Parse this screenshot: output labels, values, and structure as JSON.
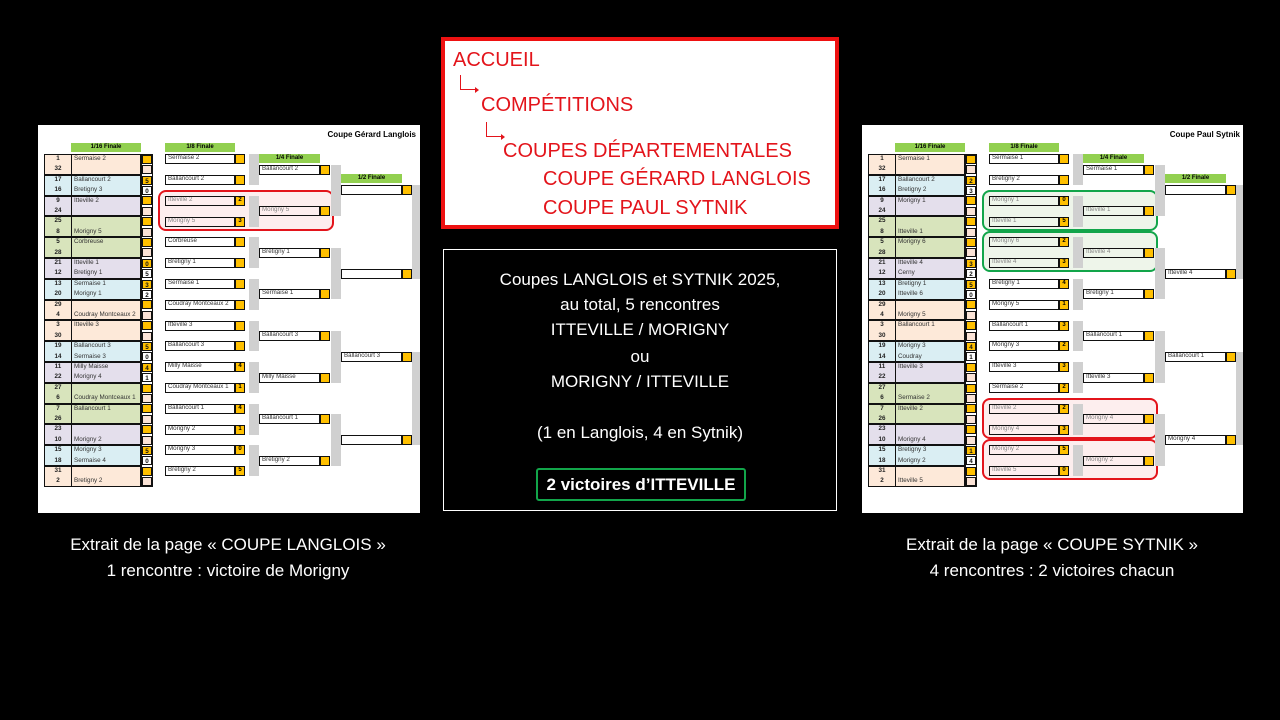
{
  "navigation": {
    "items": [
      "ACCUEIL",
      "COMPÉTITIONS",
      "COUPES DÉPARTEMENTALES",
      "COUPE GÉRARD LANGLOIS",
      "COUPE PAUL SYTNIK"
    ],
    "color": "#e3141b"
  },
  "summary": {
    "lines": [
      "Coupes LANGLOIS et SYTNIK 2025,",
      "au total, 5 rencontres",
      "ITTEVILLE / MORIGNY",
      "ou",
      "MORIGNY / ITTEVILLE",
      "(1 en Langlois, 4 en Sytnik)"
    ],
    "badge": "2 victoires d’ITTEVILLE"
  },
  "captions": {
    "left": [
      "Extrait de la page « COUPE LANGLOIS »",
      "1 rencontre :  victoire de Morigny"
    ],
    "right": [
      "Extrait de la page « COUPE SYTNIK »",
      "4 rencontres : 2 victoires chacun"
    ]
  },
  "colors": {
    "peach": "#fde9d9",
    "blue": "#daeef3",
    "lavender": "#e4dfec",
    "green": "#d8e4bc",
    "score": "#ffc000",
    "header": "#92d050"
  },
  "brackets": [
    {
      "title": "Coupe Gérard Langlois",
      "headers": [
        "1/16 Finale",
        "1/8 Finale",
        "1/4 Finale",
        "1/2 Finale"
      ],
      "r32": [
        {
          "color": "peach",
          "rows": [
            [
              "1",
              "Sermaise 2",
              ""
            ],
            [
              "32",
              "",
              ""
            ]
          ]
        },
        {
          "color": "blue",
          "rows": [
            [
              "17",
              "Ballancourt 2",
              "5"
            ],
            [
              "16",
              "Bretigny 3",
              "0"
            ]
          ]
        },
        {
          "color": "lavender",
          "rows": [
            [
              "9",
              "Itteville  2",
              ""
            ],
            [
              "24",
              "",
              ""
            ]
          ]
        },
        {
          "color": "green",
          "rows": [
            [
              "25",
              "",
              ""
            ],
            [
              "8",
              "Morigny 5",
              ""
            ]
          ]
        },
        {
          "color": "green",
          "rows": [
            [
              "5",
              "Corbreuse",
              ""
            ],
            [
              "28",
              "",
              ""
            ]
          ]
        },
        {
          "color": "lavender",
          "rows": [
            [
              "21",
              "Itteville  1",
              "0"
            ],
            [
              "12",
              "Bretigny 1",
              "5"
            ]
          ]
        },
        {
          "color": "blue",
          "rows": [
            [
              "13",
              "Sermaise 1",
              "3"
            ],
            [
              "20",
              "Morigny 1",
              "2"
            ]
          ]
        },
        {
          "color": "peach",
          "rows": [
            [
              "29",
              "",
              ""
            ],
            [
              "4",
              "Coudray Montceaux 2",
              ""
            ]
          ]
        },
        {
          "color": "peach",
          "rows": [
            [
              "3",
              "Itteville  3",
              ""
            ],
            [
              "30",
              "",
              ""
            ]
          ]
        },
        {
          "color": "blue",
          "rows": [
            [
              "19",
              "Ballancourt 3",
              "5"
            ],
            [
              "14",
              "Sermaise 3",
              "0"
            ]
          ]
        },
        {
          "color": "lavender",
          "rows": [
            [
              "11",
              "Milly Maisse",
              "4"
            ],
            [
              "22",
              "Morigny 4",
              "1"
            ]
          ]
        },
        {
          "color": "green",
          "rows": [
            [
              "27",
              "",
              ""
            ],
            [
              "6",
              "Coudray Montceaux 1",
              ""
            ]
          ]
        },
        {
          "color": "green",
          "rows": [
            [
              "7",
              "Ballancourt 1",
              ""
            ],
            [
              "26",
              "",
              ""
            ]
          ]
        },
        {
          "color": "lavender",
          "rows": [
            [
              "23",
              "",
              ""
            ],
            [
              "10",
              "Morigny 2",
              ""
            ]
          ]
        },
        {
          "color": "blue",
          "rows": [
            [
              "15",
              "Morigny 3",
              "5"
            ],
            [
              "18",
              "Sermaise 4",
              "0"
            ]
          ]
        },
        {
          "color": "peach",
          "rows": [
            [
              "31",
              "",
              ""
            ],
            [
              "2",
              "Bretigny 2",
              ""
            ]
          ]
        }
      ],
      "r16": [
        [
          "Sermaise 2",
          ""
        ],
        [
          "Ballancourt 2",
          ""
        ],
        [
          "Itteville  2",
          "2"
        ],
        [
          "Morigny 5",
          "3"
        ],
        [
          "Corbreuse",
          ""
        ],
        [
          "Bretigny 1",
          ""
        ],
        [
          "Sermaise 1",
          ""
        ],
        [
          "Coudray Montceaux 2",
          ""
        ],
        [
          "Itteville  3",
          ""
        ],
        [
          "Ballancourt 3",
          ""
        ],
        [
          "Milly Maisse",
          "4"
        ],
        [
          "Coudray Montceaux 1",
          "1"
        ],
        [
          "Ballancourt 1",
          "4"
        ],
        [
          "Morigny 2",
          "1"
        ],
        [
          "Morigny 3",
          "0"
        ],
        [
          "Bretigny 2",
          "5"
        ]
      ],
      "qf": [
        [
          "Ballancourt 2",
          ""
        ],
        [
          "Morigny 5",
          ""
        ],
        [
          "Brétigny 1",
          ""
        ],
        [
          "Sermaise 1",
          ""
        ],
        [
          "Ballancourt 3",
          ""
        ],
        [
          "Milly Maisse",
          ""
        ],
        [
          "Ballancourt 1",
          ""
        ],
        [
          "Brétigny 2",
          ""
        ]
      ],
      "sf": [
        [
          "",
          ""
        ],
        [
          "",
          ""
        ],
        [
          "Ballancourt 3",
          ""
        ],
        [
          "",
          ""
        ]
      ],
      "highlights": [
        {
          "color": "#e3141b",
          "fill": "#fdeeee",
          "r16": [
            2,
            3
          ],
          "qf": [
            1
          ]
        }
      ]
    },
    {
      "title": "Coupe Paul Sytnik",
      "headers": [
        "1/16 Finale",
        "1/8 Finale",
        "1/4 Finale",
        "1/2 Finale"
      ],
      "r32": [
        {
          "color": "peach",
          "rows": [
            [
              "1",
              "Sermaise 1",
              ""
            ],
            [
              "32",
              "",
              ""
            ]
          ]
        },
        {
          "color": "blue",
          "rows": [
            [
              "17",
              "Ballancourt 2",
              "2"
            ],
            [
              "16",
              "Bretigny 2",
              "3"
            ]
          ]
        },
        {
          "color": "lavender",
          "rows": [
            [
              "9",
              "Morigny 1",
              ""
            ],
            [
              "24",
              "",
              ""
            ]
          ]
        },
        {
          "color": "green",
          "rows": [
            [
              "25",
              "",
              ""
            ],
            [
              "8",
              "Itteville 1",
              ""
            ]
          ]
        },
        {
          "color": "green",
          "rows": [
            [
              "5",
              "Morigny 6",
              ""
            ],
            [
              "28",
              "",
              ""
            ]
          ]
        },
        {
          "color": "lavender",
          "rows": [
            [
              "21",
              "Itteville 4",
              "3"
            ],
            [
              "12",
              "Cerny",
              "2"
            ]
          ]
        },
        {
          "color": "blue",
          "rows": [
            [
              "13",
              "Bretigny 1",
              "5"
            ],
            [
              "20",
              "Itteville 6",
              "0"
            ]
          ]
        },
        {
          "color": "peach",
          "rows": [
            [
              "29",
              "",
              ""
            ],
            [
              "4",
              "Morigny 5",
              ""
            ]
          ]
        },
        {
          "color": "peach",
          "rows": [
            [
              "3",
              "Ballancourt 1",
              ""
            ],
            [
              "30",
              "",
              ""
            ]
          ]
        },
        {
          "color": "blue",
          "rows": [
            [
              "19",
              "Morigny 3",
              "4"
            ],
            [
              "14",
              "Coudray",
              "1"
            ]
          ]
        },
        {
          "color": "lavender",
          "rows": [
            [
              "11",
              "Itteville 3",
              ""
            ],
            [
              "22",
              "",
              ""
            ]
          ]
        },
        {
          "color": "green",
          "rows": [
            [
              "27",
              "",
              ""
            ],
            [
              "6",
              "Sermaise 2",
              ""
            ]
          ]
        },
        {
          "color": "green",
          "rows": [
            [
              "7",
              "Itteville 2",
              ""
            ],
            [
              "26",
              "",
              ""
            ]
          ]
        },
        {
          "color": "lavender",
          "rows": [
            [
              "23",
              "",
              ""
            ],
            [
              "10",
              "Morigny 4",
              ""
            ]
          ]
        },
        {
          "color": "blue",
          "rows": [
            [
              "15",
              "Bretigny 3",
              "1"
            ],
            [
              "18",
              "Morigny 2",
              "4"
            ]
          ]
        },
        {
          "color": "peach",
          "rows": [
            [
              "31",
              "",
              ""
            ],
            [
              "2",
              "Itteville 5",
              ""
            ]
          ]
        }
      ],
      "r16": [
        [
          "Sermaise 1",
          ""
        ],
        [
          "Bretigny 2",
          ""
        ],
        [
          "Morigny 1",
          "0"
        ],
        [
          "Itteville 1",
          "5"
        ],
        [
          "Morigny 6",
          "2"
        ],
        [
          "Itteville 4",
          "3"
        ],
        [
          "Bretigny 1",
          "4"
        ],
        [
          "Morigny 5",
          "1"
        ],
        [
          "Ballancourt 1",
          "3"
        ],
        [
          "Morigny 3",
          "2"
        ],
        [
          "Itteville 3",
          "3"
        ],
        [
          "Sermaise 2",
          "2"
        ],
        [
          "Itteville 2",
          "2"
        ],
        [
          "Morigny 4",
          "3"
        ],
        [
          "Morigny 2",
          "5"
        ],
        [
          "Itteville 5",
          "0"
        ]
      ],
      "qf": [
        [
          "Sermaise 1",
          ""
        ],
        [
          "Itteville 1",
          ""
        ],
        [
          "Itteville 4",
          ""
        ],
        [
          "Bretigny 1",
          ""
        ],
        [
          "Ballancourt 1",
          ""
        ],
        [
          "Itteville 3",
          ""
        ],
        [
          "Morigny 4",
          ""
        ],
        [
          "Morigny 2",
          ""
        ]
      ],
      "sf": [
        [
          "",
          ""
        ],
        [
          "Itteville 4",
          ""
        ],
        [
          "Ballancourt 1",
          ""
        ],
        [
          "Morigny 4",
          ""
        ]
      ],
      "highlights": [
        {
          "color": "#12a54a",
          "fill": "#eef5ea",
          "r16": [
            2,
            3
          ],
          "qf": [
            1
          ]
        },
        {
          "color": "#12a54a",
          "fill": "#eef5ea",
          "r16": [
            4,
            5
          ],
          "qf": [
            2
          ]
        },
        {
          "color": "#e3141b",
          "fill": "#fdeeee",
          "r16": [
            12,
            13
          ],
          "qf": [
            6
          ]
        },
        {
          "color": "#e3141b",
          "fill": "#fdeeee",
          "r16": [
            14,
            15
          ],
          "qf": [
            7
          ]
        }
      ]
    }
  ]
}
